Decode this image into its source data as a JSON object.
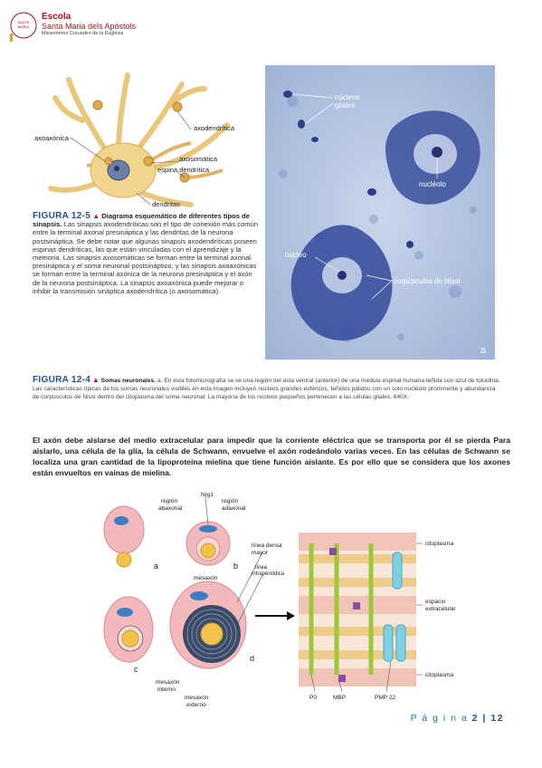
{
  "logo": {
    "mark_text": "ESCOLA SANTA MARIA DELS APÒSTOLS",
    "school_line1": "Escola",
    "school_line2": "Santa Maria dels Apòstols",
    "school_line3": "Missioneres Creuades de la Església"
  },
  "figure_12_5": {
    "labels": {
      "axoaxonica": "axoaxónica",
      "axodendritica": "axodendrítica",
      "axosomatica": "axosomática",
      "espina": "espina dendrítica",
      "dendritas": "dendritas"
    },
    "caption_label": "FIGURA 12-5",
    "caption_title": "Diagrama esquemático de diferentes tipos de sinapsis.",
    "caption_text": "Las sinapsis axodendríticas son el tipo de conexión más común entre la terminal axonal presináptica y las dendritas de la neurona postsináptica. Se debe notar que algunas sinapsis axodendríticas poseen espinas dendríticas, las que están vinculadas con el aprendizaje y la memoria. Las sinapsis axosomáticas se forman entre la terminal axonal presináptica y el soma neuronal postsináptico, y las sinapsis axoaxónicas se forman entre la terminal axónica de la neurona presináptica y el axón de la neurona postsináptica. La sinapsis axoaxónica puede mejorar o inhibir la transmisión sináptica axodendrítica (o axosomática)."
  },
  "micrograph": {
    "labels": {
      "nucleos_gliales_1": "núcleos",
      "nucleos_gliales_2": "gliales",
      "nucleolo": "nucléolo",
      "nucleo": "núcleo",
      "corpusculos": "corpúsculos de Nissl",
      "panel": "a"
    }
  },
  "figure_12_4": {
    "caption_label": "FIGURA 12-4",
    "caption_title": "Somas neuronales.",
    "caption_text": "a. En esta fotomicrografía se ve una región del asta ventral (anterior) de una médula espinal humana teñida con azul de toluidina. Las características típicas de los somas neuronales visibles en esta imagen incluyen núcleos grandes esféricos, teñidos pálidos con un solo nucléolo prominente y abundancia de corpúsculos de Nissl dentro del citoplasma del soma neuronal. La mayoría de los núcleos pequeños pertenecen a las células gliales. 640X."
  },
  "paragraph": "El axón debe aislarse del medio extracelular para impedir que la corriente eléctrica que se transporta por él se pierda Para aislarlo, una célula de la glía, la célula de Schwann, envuelve el axón rodeándolo varias veces. En las células de Schwann se localiza una gran cantidad de la lipoproteína mielina que tiene función aislante. Es por ello que se considera que los axones están envueltos en vainas de mielina.",
  "figure_myelin": {
    "labels": {
      "nrg1": "Nrg1",
      "region_abaxonal_1": "región",
      "region_abaxonal_2": "abaxonal",
      "region_adaxonal_1": "región",
      "region_adaxonal_2": "adaxonal",
      "mesaxon": "mesaxón",
      "panel_a": "a",
      "panel_b": "b",
      "panel_c": "c",
      "panel_d": "d",
      "linea_densa_1": "línea densa",
      "linea_densa_2": "mayor",
      "linea_intra_1": "línea",
      "linea_intra_2": "intraperiódica",
      "mesaxon_interno_1": "mesaxón",
      "mesaxon_interno_2": "interno",
      "mesaxon_externo_1": "mesaxón",
      "mesaxon_externo_2": "externo",
      "citoplasma_top": "citoplasma",
      "espacio_1": "espacio",
      "espacio_2": "extracelular",
      "citoplasma_bottom": "citoplasma",
      "p0": "P0",
      "mbp": "MBP",
      "pmp22": "PMP 22"
    }
  },
  "footer": {
    "page_word": "P á g i n a",
    "page_current": "2",
    "separator": "|",
    "page_total": "12"
  }
}
